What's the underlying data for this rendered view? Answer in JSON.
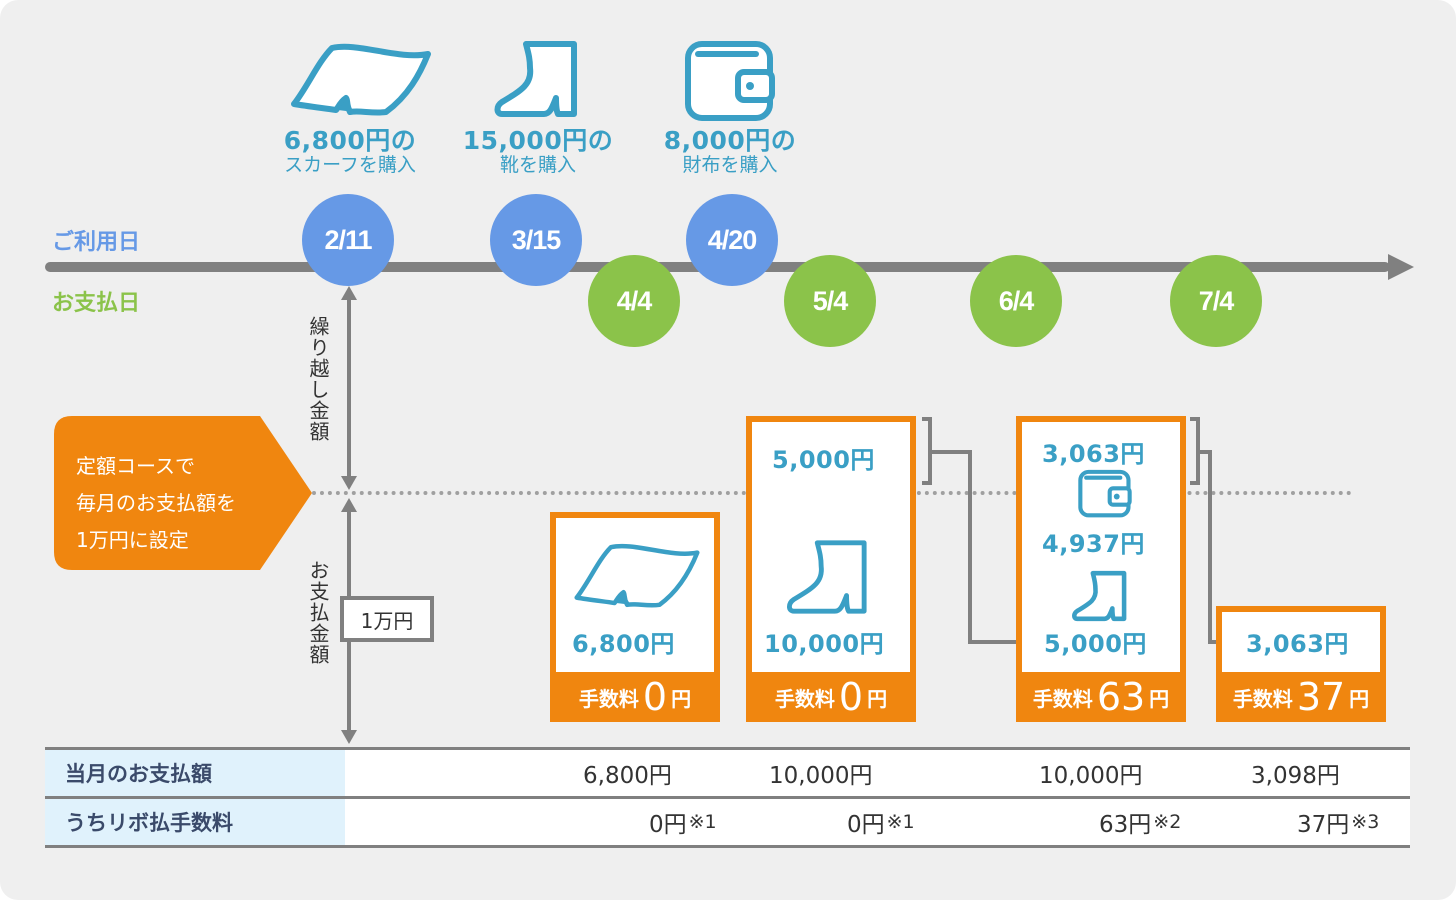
{
  "purchases": [
    {
      "amount": "6,800円の",
      "desc": "スカーフを購入",
      "icon": "scarf-icon"
    },
    {
      "amount": "15,000円の",
      "desc": "靴を購入",
      "icon": "boot-icon"
    },
    {
      "amount": "8,000円の",
      "desc": "財布を購入",
      "icon": "wallet-icon"
    }
  ],
  "timeline": {
    "usage_label": "ご利用日",
    "payment_label": "お支払日",
    "usage_dates": [
      "2/11",
      "3/15",
      "4/20"
    ],
    "payment_dates": [
      "4/4",
      "5/4",
      "6/4",
      "7/4"
    ]
  },
  "axis": {
    "carryover_label": "繰り越し金額",
    "payment_label": "お支払金額",
    "limit_label": "1万円"
  },
  "callout": {
    "lines": [
      "定額コースで",
      "毎月のお支払額を",
      "1万円に設定"
    ]
  },
  "boxes": [
    {
      "amounts": [
        "6,800円"
      ],
      "fee_label": "手数料",
      "fee_value": "0",
      "fee_unit": "円"
    },
    {
      "carryover": "5,000円",
      "amounts": [
        "10,000円"
      ],
      "fee_label": "手数料",
      "fee_value": "0",
      "fee_unit": "円"
    },
    {
      "carryover": "3,063円",
      "amounts": [
        "4,937円",
        "5,000円"
      ],
      "fee_label": "手数料",
      "fee_value": "63",
      "fee_unit": "円"
    },
    {
      "amounts": [
        "3,063円"
      ],
      "fee_label": "手数料",
      "fee_value": "37",
      "fee_unit": "円"
    }
  ],
  "table": {
    "rows": [
      {
        "header": "当月のお支払額",
        "values": [
          "6,800円",
          "10,000円",
          "10,000円",
          "3,098円"
        ],
        "notes": [
          "",
          "",
          "",
          ""
        ]
      },
      {
        "header": "うちリボ払手数料",
        "values": [
          "0円",
          "0円",
          "63円",
          "37円"
        ],
        "notes": [
          "※1",
          "※1",
          "※2",
          "※3"
        ]
      }
    ]
  },
  "colors": {
    "usage_blue": "#6699e6",
    "payment_green": "#8bc34a",
    "accent_orange": "#f0860f",
    "icon_blue": "#3a9fc5",
    "line_gray": "#808080"
  }
}
